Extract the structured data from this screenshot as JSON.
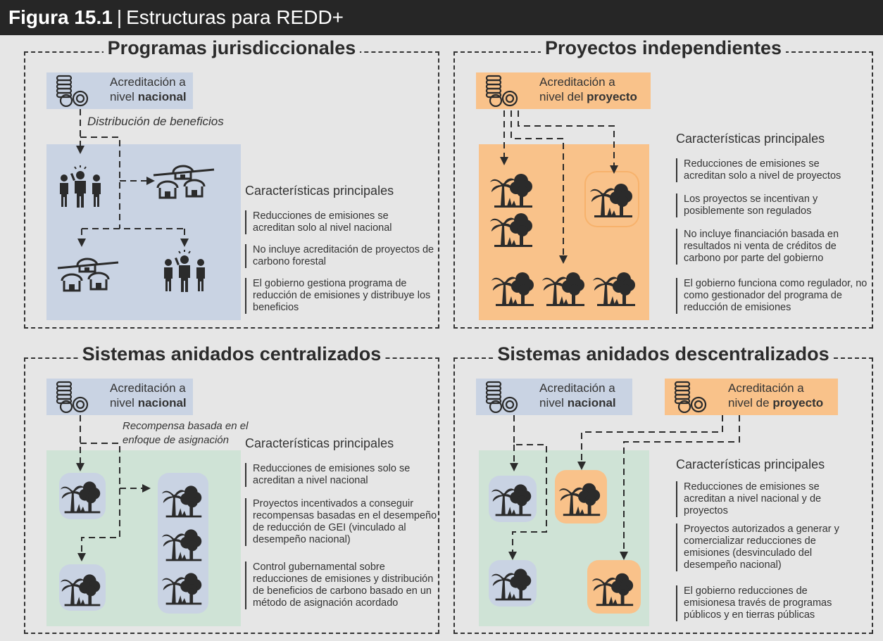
{
  "header": {
    "figure": "Figura 15.1",
    "separator": "|",
    "title": "Estructuras para REDD+"
  },
  "panels": [
    {
      "title": "Programas jurisdiccionales",
      "credit": {
        "line1": "Acreditación a",
        "line2_pre": "nivel ",
        "line2_bold": "nacional"
      },
      "note": "Distribución de beneficios",
      "features_title": "Características principales",
      "features": [
        "Reducciones de emisiones se acreditan solo al nivel nacional",
        "No incluye acreditación de proyectos de carbono forestal",
        "El gobierno gestiona programa de reducción de emisiones y distribuye los beneficios"
      ]
    },
    {
      "title": "Proyectos independientes",
      "credit": {
        "line1": "Acreditación a",
        "line2_pre": "nivel del ",
        "line2_bold": "proyecto"
      },
      "features_title": "Características principales",
      "features": [
        "Reducciones de emisiones se acreditan solo a nivel de proyectos",
        "Los proyectos se incentivan y posiblemente son regulados",
        "No incluye financiación basada en resultados ni venta de créditos de carbono por parte del gobierno",
        "El gobierno funciona como regulador, no como gestionador del programa de reducción de emisiones"
      ]
    },
    {
      "title": "Sistemas anidados centralizados",
      "credit": {
        "line1": "Acreditación a",
        "line2_pre": "nivel ",
        "line2_bold": "nacional"
      },
      "note_line1": "Recompensa basada en el",
      "note_line2": "enfoque de asignación",
      "features_title": "Características principales",
      "features": [
        "Reducciones de emisiones solo se acreditan a nivel nacional",
        "Proyectos incentivados a conseguir recompensas basadas en el desempeño de reducción de GEI (vinculado al desempeño nacional)",
        "Control gubernamental sobre reducciones de emisiones y distribución de beneficios de carbono basado en un método de asignación acordado"
      ]
    },
    {
      "title": "Sistemas anidados descentralizados",
      "credit_national": {
        "line1": "Acreditación a",
        "line2_pre": "nivel ",
        "line2_bold": "nacional"
      },
      "credit_project": {
        "line1": "Acreditación a",
        "line2_pre": "nivel de ",
        "line2_bold": "proyecto"
      },
      "features_title": "Características principales",
      "features": [
        "Reducciones de emisiones se acreditan a nivel nacional y de proyectos",
        "Proyectos autorizados a generar y comercializar reducciones de emisiones (desvinculado del desempeño nacional)",
        "El gobierno reducciones de emisionesa través de programas públicos y en tierras públicas"
      ]
    }
  ],
  "colors": {
    "blue": "#c9d3e3",
    "orange": "#f9c28a",
    "green": "#cfe3d6",
    "header": "#262626",
    "ink": "#2b2b2b"
  }
}
